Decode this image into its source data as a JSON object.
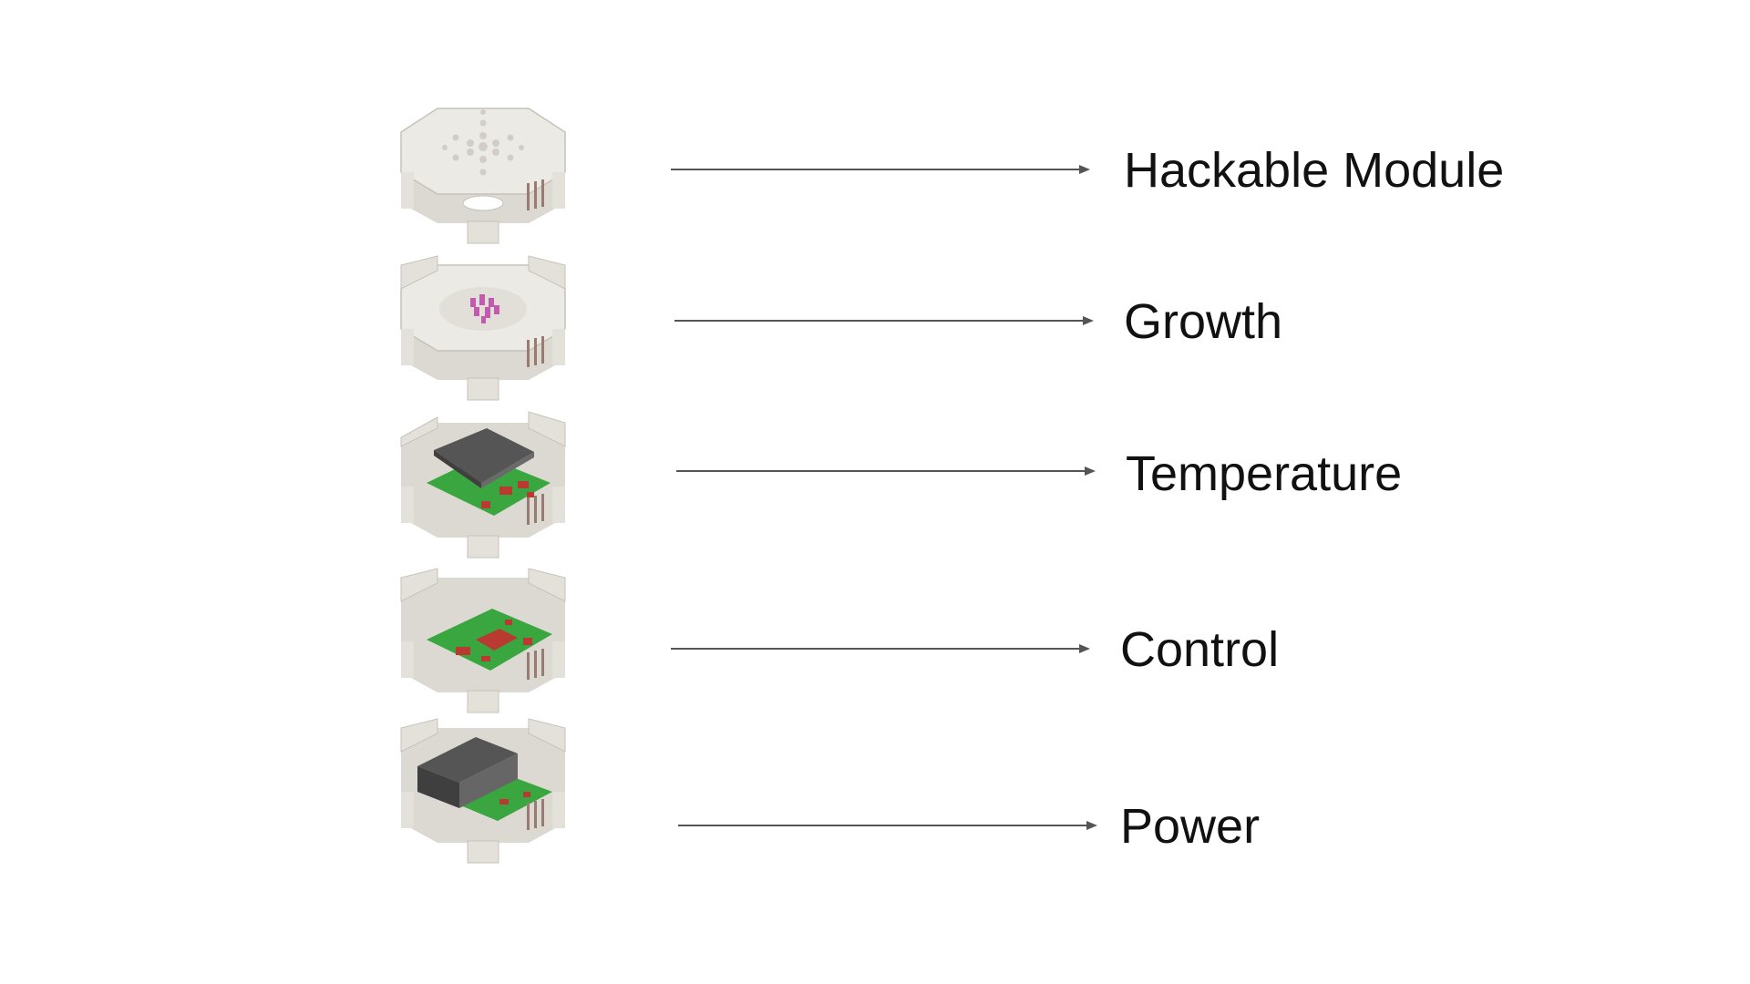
{
  "diagram": {
    "layers": [
      {
        "label": "Hackable Module",
        "kind": "hackable"
      },
      {
        "label": "Growth",
        "kind": "growth"
      },
      {
        "label": "Temperature",
        "kind": "temperature"
      },
      {
        "label": "Control",
        "kind": "control"
      },
      {
        "label": "Power",
        "kind": "power"
      }
    ]
  },
  "colors": {
    "shell": "#eceae5",
    "shell_side": "#dcd9d2",
    "shell_edge": "#c6c2ba",
    "pcb": "#3aa640",
    "component": "#b83a30",
    "chip": "#555555",
    "pin": "#9a7b72",
    "cluster": "#c25ab0",
    "arrow": "#555555",
    "text": "#111111"
  }
}
